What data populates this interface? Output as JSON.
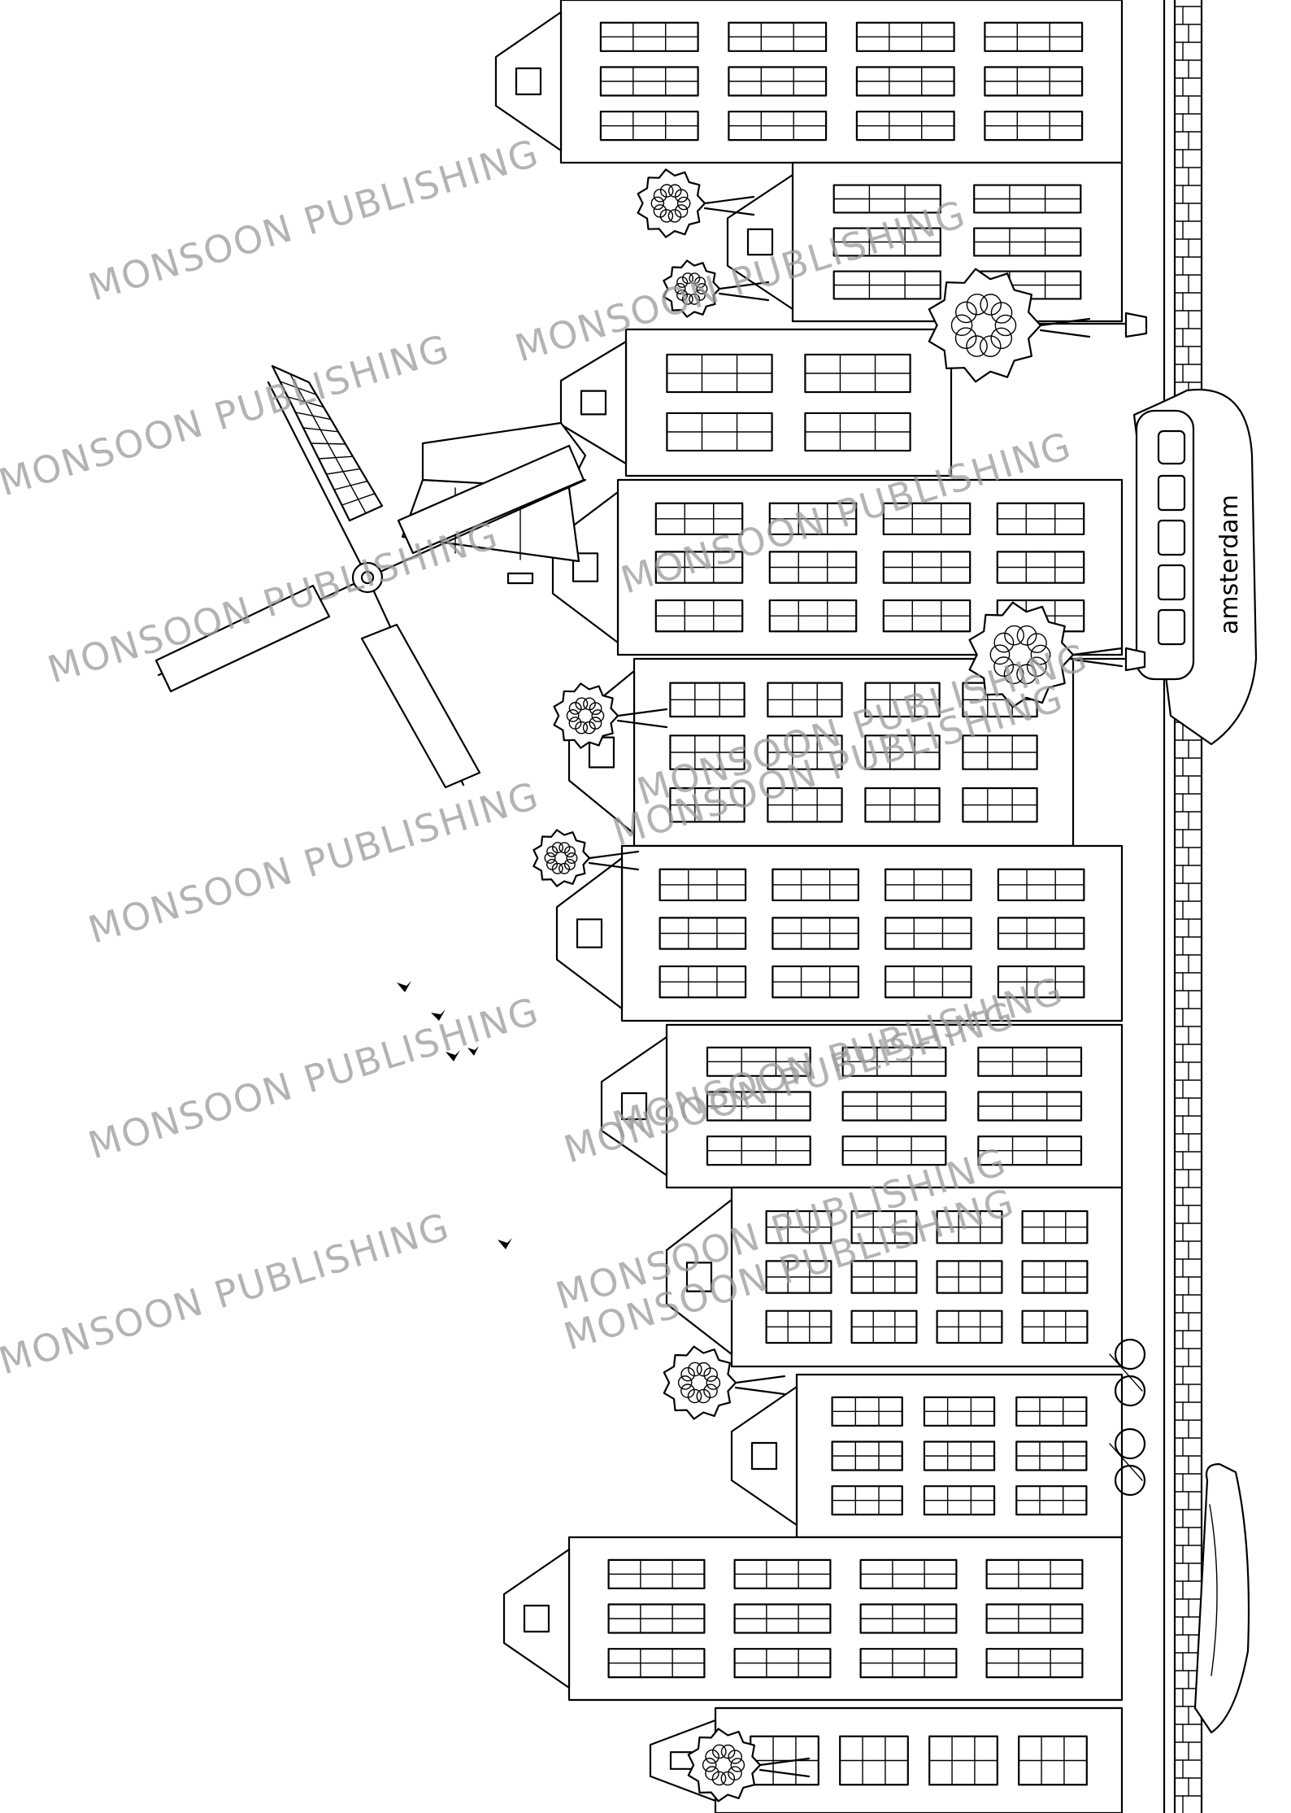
{
  "artwork": {
    "background_color": "#ffffff",
    "ink_color": "#000000",
    "watermark_color": "#9a9a9a",
    "boat_name": "amsterdam"
  },
  "watermarks": [
    "MONSOON PUBLISHING",
    "MONSOON PUBLISHING",
    "MONSOON PUBLISHING",
    "MONSOON PUBLISHING",
    "MONSOON PUBLISHING",
    "MONSOON PUBLISHING",
    "MONSOON PUBLISHING",
    "MONSOON PUBLISHING",
    "MONSOON PUBLISHING",
    "MONSOON PUBLISHING",
    "MONSOON PUBLISHING",
    "MONSOON PUBLISHING",
    "MONSOON PUBLISHING",
    "MONSOON PUBLISHING"
  ]
}
